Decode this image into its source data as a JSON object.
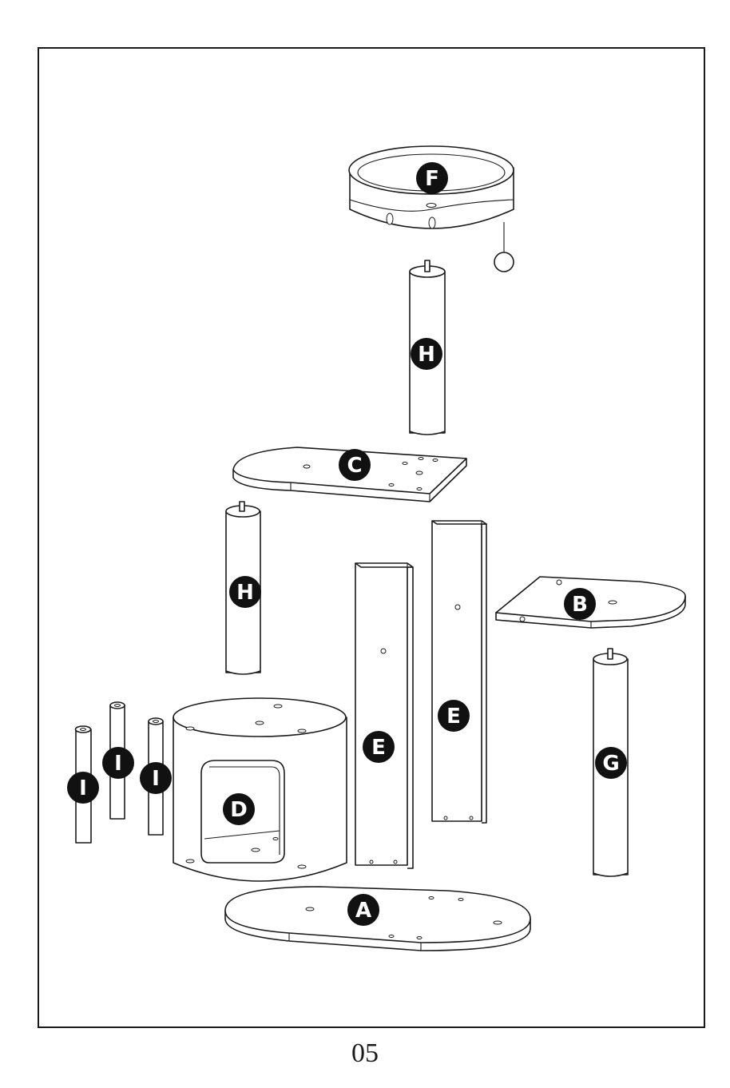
{
  "page_number": "05",
  "parts": {
    "F": "F",
    "H_top": "H",
    "C": "C",
    "H_left": "H",
    "B": "B",
    "E_left": "E",
    "E_right": "E",
    "G": "G",
    "I_1": "I",
    "I_2": "I",
    "I_3": "I",
    "D": "D",
    "A": "A"
  }
}
